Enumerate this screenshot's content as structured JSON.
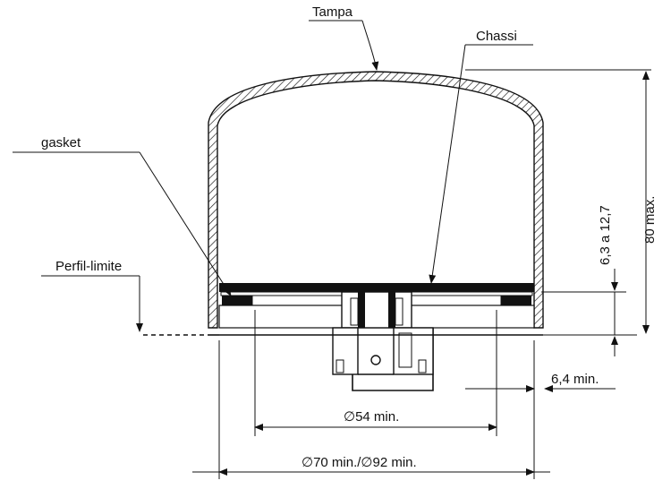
{
  "labels": {
    "tampa": "Tampa",
    "chassi": "Chassi",
    "gasket": "gasket",
    "perfil_limite": "Perfil-limite",
    "dim_80": "80 max.",
    "dim_6_3": "6,3 a 12,7",
    "dim_6_4": "6,4 min.",
    "dim_54": "∅54 min.",
    "dim_70_92": "∅70 min./∅92 min."
  }
}
